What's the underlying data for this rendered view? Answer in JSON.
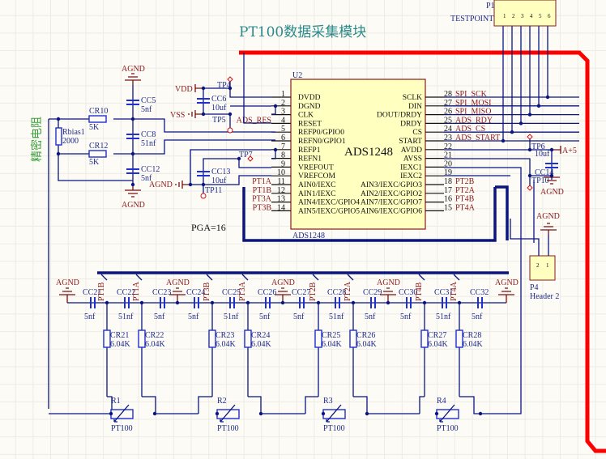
{
  "title": "PT100数据采集模块",
  "side_label": "精密电阻",
  "pga_note": "PGA=16",
  "colors": {
    "bus": "#ff0000",
    "wire": "#0a1580",
    "power": "#8b1a1a",
    "title": "#2a8a8a",
    "side_label": "#3aa03a",
    "ic_fill": "#ffffc0"
  },
  "ic": {
    "designator": "U2",
    "name": "ADS1248",
    "footer": "ADS1248",
    "left_pins": [
      {
        "num": "1",
        "name": "DVDD"
      },
      {
        "num": "2",
        "name": "DGND"
      },
      {
        "num": "3",
        "name": "CLK"
      },
      {
        "num": "4",
        "name": "RESET",
        "net": "ADS_RES"
      },
      {
        "num": "5",
        "name": "REFP0/GPIO0"
      },
      {
        "num": "6",
        "name": "REFN0/GPIO1"
      },
      {
        "num": "7",
        "name": "REFP1"
      },
      {
        "num": "8",
        "name": "REFN1"
      },
      {
        "num": "9",
        "name": "VREFOUT"
      },
      {
        "num": "10",
        "name": "VREFCOM"
      },
      {
        "num": "11",
        "name": "AIN0/IEXC",
        "net": "PT1A"
      },
      {
        "num": "12",
        "name": "AIN1/IEXC",
        "net": "PT1B"
      },
      {
        "num": "13",
        "name": "AIN4/IEXC/GPIO4",
        "net": "PT3A"
      },
      {
        "num": "14",
        "name": "AIN5/IEXC/GPIO5",
        "net": "PT3B"
      }
    ],
    "right_pins": [
      {
        "num": "28",
        "name": "SCLK",
        "net": "SPI_SCK"
      },
      {
        "num": "27",
        "name": "DIN",
        "net": "SPI_MOSI"
      },
      {
        "num": "26",
        "name": "DOUT/DRDY",
        "net": "SPI_MISO"
      },
      {
        "num": "25",
        "name": "DRDY",
        "net": "ADS_RDY"
      },
      {
        "num": "24",
        "name": "CS",
        "net": "ADS_CS"
      },
      {
        "num": "23",
        "name": "START",
        "net": "ADS_START"
      },
      {
        "num": "22",
        "name": "AVDD"
      },
      {
        "num": "21",
        "name": "AVSS"
      },
      {
        "num": "20",
        "name": "IEXC1"
      },
      {
        "num": "19",
        "name": "IEXC2"
      },
      {
        "num": "18",
        "name": "AIN3/IEXC/GPIO3",
        "net": "PT2B"
      },
      {
        "num": "17",
        "name": "AIN2/IEXC/GPIO2",
        "net": "PT2A"
      },
      {
        "num": "16",
        "name": "AIN7/IEXC/GPIO7",
        "net": "PT4B"
      },
      {
        "num": "15",
        "name": "AIN6/IEXC/GPIO6",
        "net": "PT4A"
      }
    ]
  },
  "p1": {
    "designator": "P1",
    "name": "TESTPOINT",
    "pins": [
      "1",
      "2",
      "3",
      "4",
      "5",
      "6"
    ]
  },
  "p4": {
    "designator": "P4",
    "name": "Header 2",
    "pins": [
      "2",
      "1"
    ]
  },
  "power": {
    "vdd": "VDD",
    "vss": "VSS",
    "agnd": "AGND",
    "a5": "A+5"
  },
  "testpoints": [
    "TP4",
    "TP5",
    "TP6",
    "TP7",
    "TP10",
    "TP11"
  ],
  "ref_caps": [
    {
      "ref": "CC5",
      "value": "5nf"
    },
    {
      "ref": "CC8",
      "value": "51nf"
    },
    {
      "ref": "CC12",
      "value": "5nf"
    },
    {
      "ref": "CC6",
      "value": "10uf"
    },
    {
      "ref": "CC13",
      "value": "10uf"
    },
    {
      "ref": "CC14",
      "value": "10uf"
    }
  ],
  "ref_resistors": [
    {
      "ref": "CR10",
      "value": "5K"
    },
    {
      "ref": "CR12",
      "value": "5K"
    },
    {
      "ref": "Rbias1",
      "value": "2000"
    }
  ],
  "filter_caps": [
    {
      "ref": "CC21",
      "value": "5nf"
    },
    {
      "ref": "CC22",
      "value": "51nf"
    },
    {
      "ref": "CC23",
      "value": "5nf"
    },
    {
      "ref": "CC24",
      "value": "5nf"
    },
    {
      "ref": "CC25",
      "value": "51nf"
    },
    {
      "ref": "CC26",
      "value": "5nf"
    },
    {
      "ref": "CC27",
      "value": "5nf"
    },
    {
      "ref": "CC28",
      "value": "51nf"
    },
    {
      "ref": "CC29",
      "value": "5nf"
    },
    {
      "ref": "CC30",
      "value": "5nf"
    },
    {
      "ref": "CC31",
      "value": "51nf"
    },
    {
      "ref": "CC32",
      "value": "5nf"
    }
  ],
  "channel_nets": [
    "PT1B",
    "PT1A",
    "PT3B",
    "PT3A",
    "PT2B",
    "PT2A",
    "PT4B",
    "PT4A"
  ],
  "input_resistors": [
    {
      "ref": "CR21",
      "value": "6.04K"
    },
    {
      "ref": "CR22",
      "value": "6.04K"
    },
    {
      "ref": "CR23",
      "value": "6.04K"
    },
    {
      "ref": "CR24",
      "value": "6.04K"
    },
    {
      "ref": "CR25",
      "value": "6.04K"
    },
    {
      "ref": "CR26",
      "value": "6.04K"
    },
    {
      "ref": "CR27",
      "value": "6.04K"
    },
    {
      "ref": "CR28",
      "value": "6.04K"
    }
  ],
  "rtds": [
    {
      "ref": "R1",
      "value": "PT100"
    },
    {
      "ref": "R2",
      "value": "PT100"
    },
    {
      "ref": "R3",
      "value": "PT100"
    },
    {
      "ref": "R4",
      "value": "PT100"
    }
  ]
}
